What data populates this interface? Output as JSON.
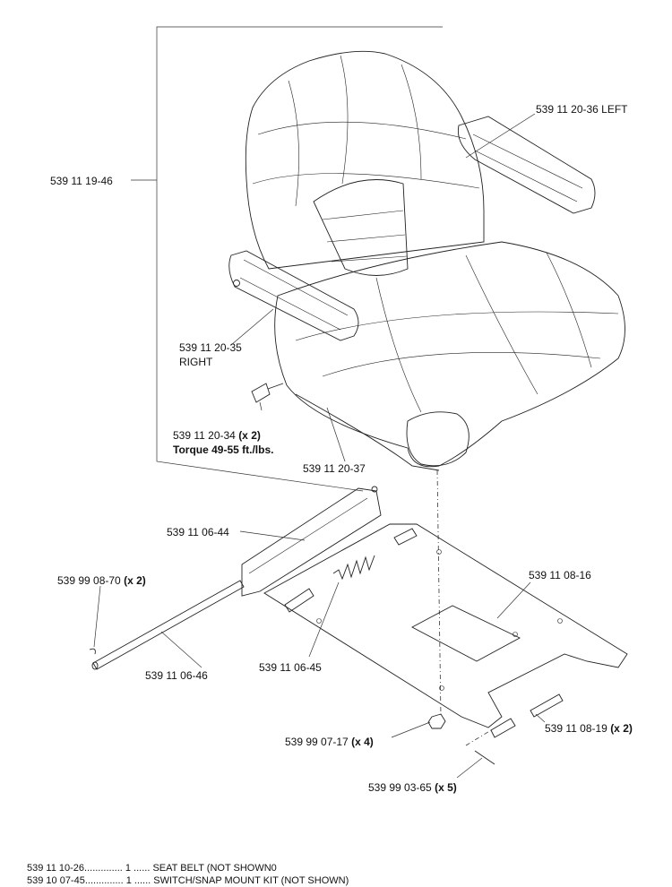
{
  "labels": {
    "seat_assembly": "539 11 19-46",
    "armrest_left": "539 11 20-36 LEFT",
    "armrest_right_num": "539 11 20-35",
    "armrest_right_side": "RIGHT",
    "bolt_num": "539 11 20-34",
    "bolt_qty": "(x 2)",
    "torque": "Torque  49-55 ft./lbs.",
    "seat_bottom": "539 11 20-37",
    "bracket": "539 11 06-44",
    "clip_num": "539 99 08-70",
    "clip_qty": "(x 2)",
    "rod": "539 11 06-46",
    "spring": "539 11 06-45",
    "seat_plate": "539 11 08-16",
    "nut_num": "539 99 07-17",
    "nut_qty": "(x 4)",
    "pin_num": "539 11 08-19",
    "pin_qty": "(x 2)",
    "cotter_num": "539 99 03-65",
    "cotter_qty": "(x 5)"
  },
  "parts_list": [
    {
      "part": "539 11 10-26",
      "qty": "1",
      "desc": "SEAT BELT (NOT SHOWN0"
    },
    {
      "part": "539 10 07-45",
      "qty": "1",
      "desc": "SWITCH/SNAP MOUNT KIT (NOT SHOWN)"
    }
  ]
}
